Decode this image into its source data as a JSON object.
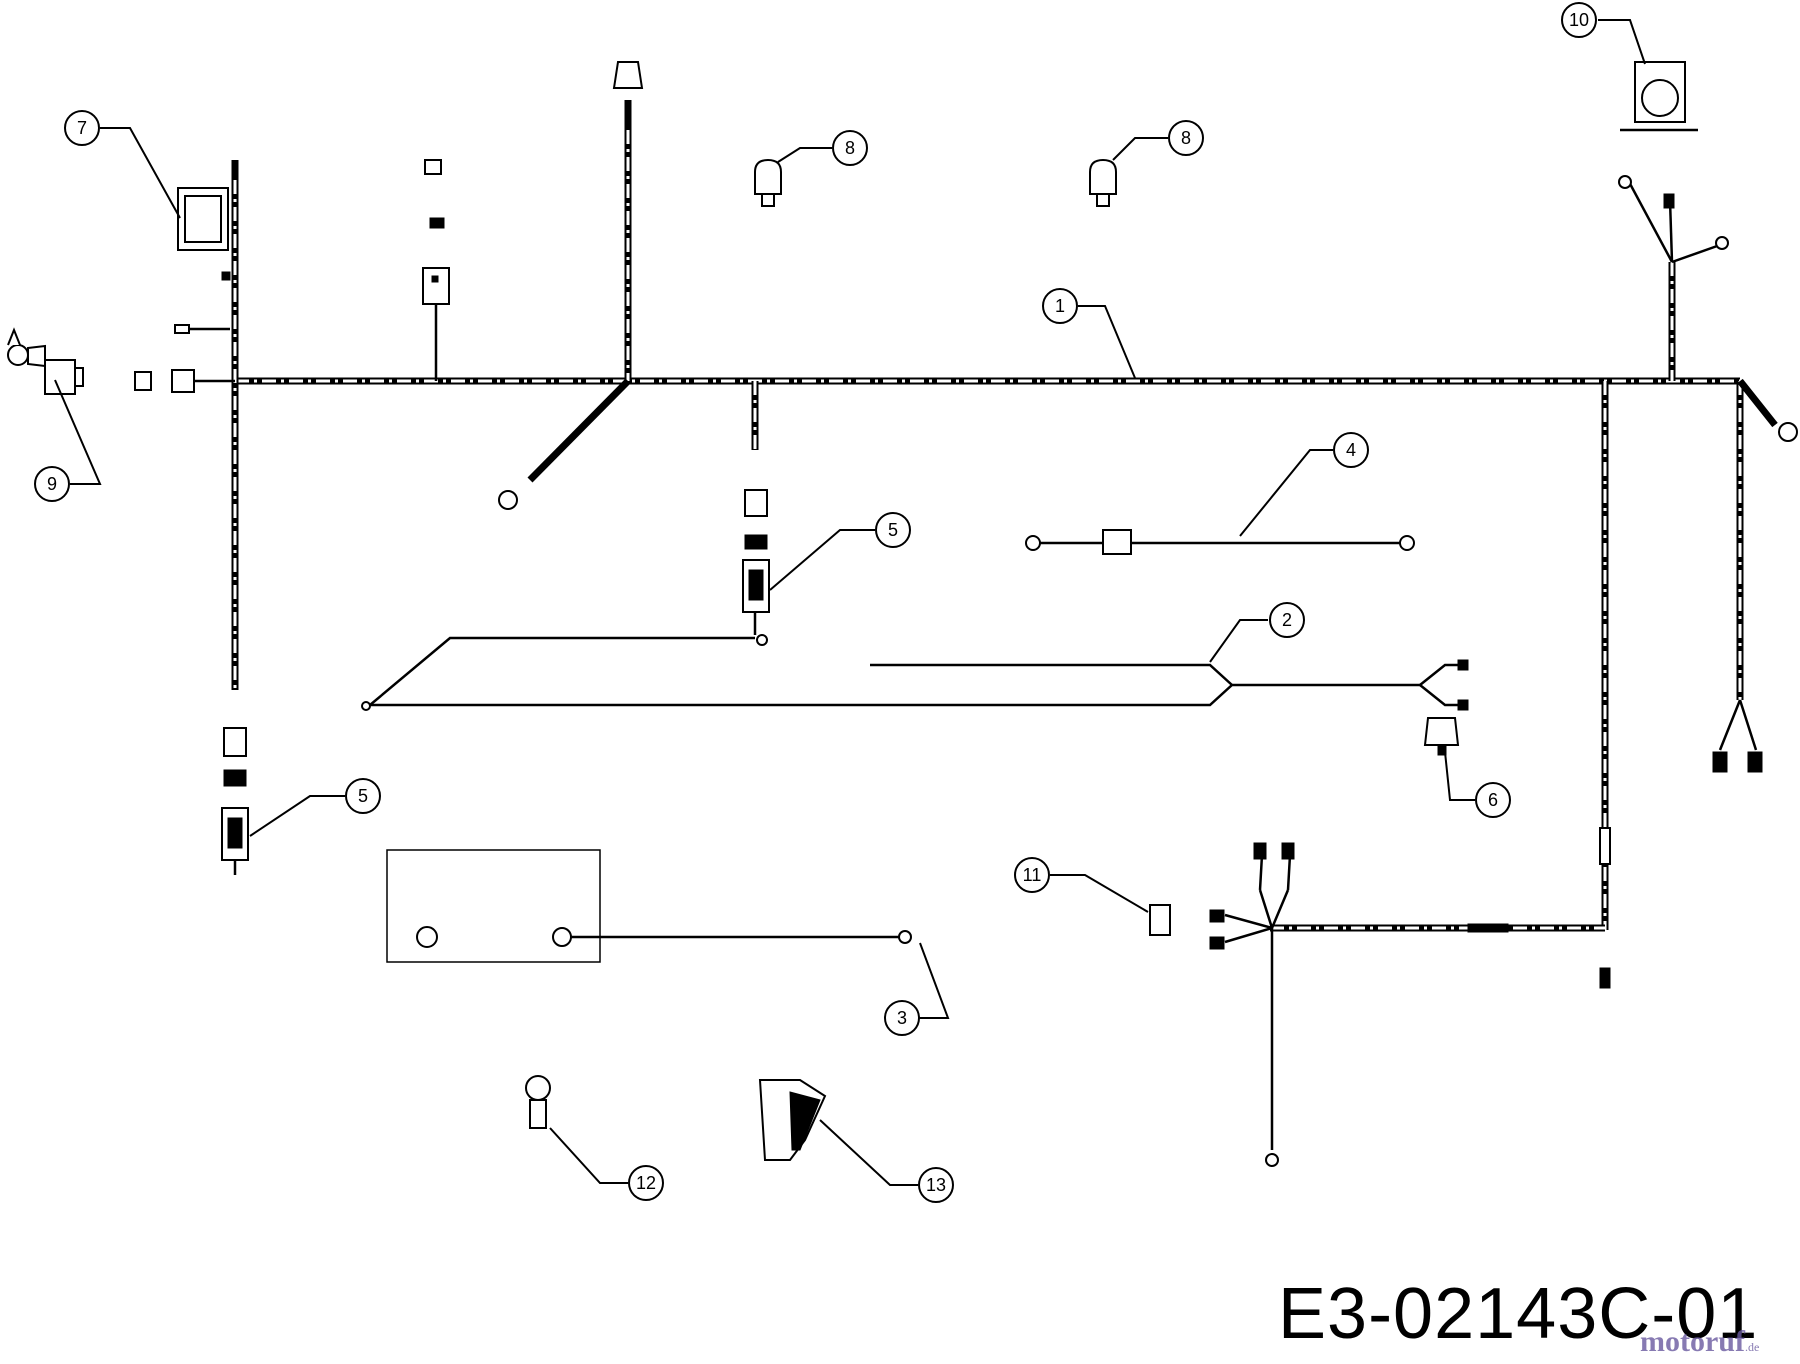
{
  "callouts": {
    "c1": "1",
    "c2": "2",
    "c3": "3",
    "c4": "4",
    "c5a": "5",
    "c5b": "5",
    "c6": "6",
    "c7": "7",
    "c8a": "8",
    "c8b": "8",
    "c9": "9",
    "c10": "10",
    "c11": "11",
    "c12": "12",
    "c13": "13"
  },
  "drawing_code": "E3-02143C-01",
  "watermark": {
    "brand": "motoruf",
    "suffix": ".de"
  }
}
